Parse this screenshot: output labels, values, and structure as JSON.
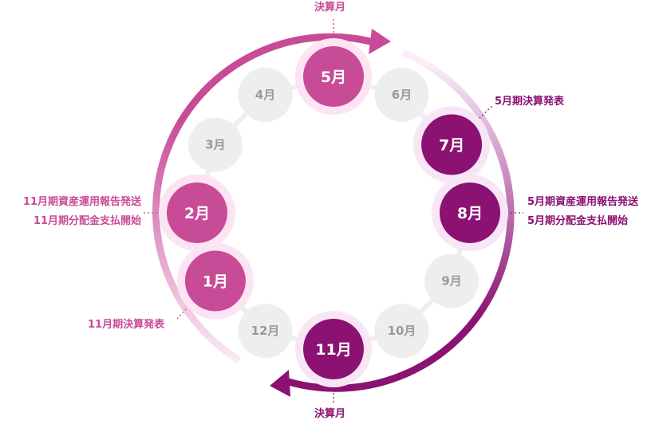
{
  "colors": {
    "pink": "#c84b97",
    "purple": "#8b1173",
    "gray": "#eeeeee",
    "gray_text": "#999999",
    "pink_halo": "#fce4f3",
    "purple_halo": "#f8e6f6"
  },
  "months": [
    {
      "label": "5月",
      "state": "pink"
    },
    {
      "label": "6月",
      "state": "gray"
    },
    {
      "label": "7月",
      "state": "purple"
    },
    {
      "label": "8月",
      "state": "purple"
    },
    {
      "label": "9月",
      "state": "gray"
    },
    {
      "label": "10月",
      "state": "gray"
    },
    {
      "label": "11月",
      "state": "purple"
    },
    {
      "label": "12月",
      "state": "gray"
    },
    {
      "label": "1月",
      "state": "pink"
    },
    {
      "label": "2月",
      "state": "pink"
    },
    {
      "label": "3月",
      "state": "gray"
    },
    {
      "label": "4月",
      "state": "gray"
    }
  ],
  "annotations": {
    "may_top": "決算月",
    "nov_bottom": "決算月",
    "jul": "5月期決算発表",
    "aug_line1": "5月期資産運用報告発送",
    "aug_line2": "5月期分配金支払開始",
    "feb_line1": "11月期資産運用報告発送",
    "feb_line2": "11月期分配金支払開始",
    "jan": "11月期決算発表"
  }
}
